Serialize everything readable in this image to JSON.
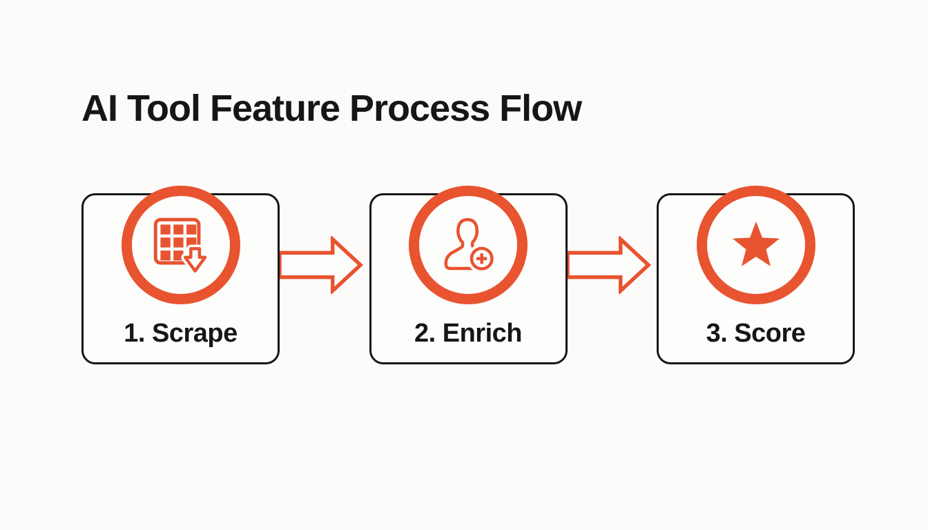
{
  "title": "AI Tool Feature Process Flow",
  "colors": {
    "accent": "#E85330",
    "ink": "#161616",
    "background": "#FCFBFA",
    "box_fill": "#FDFDFC"
  },
  "steps": [
    {
      "label": "1. Scrape",
      "icon": "table-download-icon"
    },
    {
      "label": "2. Enrich",
      "icon": "user-add-icon"
    },
    {
      "label": "3. Score",
      "icon": "star-icon"
    }
  ],
  "connectors": [
    {
      "icon": "arrow-right-icon"
    },
    {
      "icon": "arrow-right-icon"
    }
  ]
}
